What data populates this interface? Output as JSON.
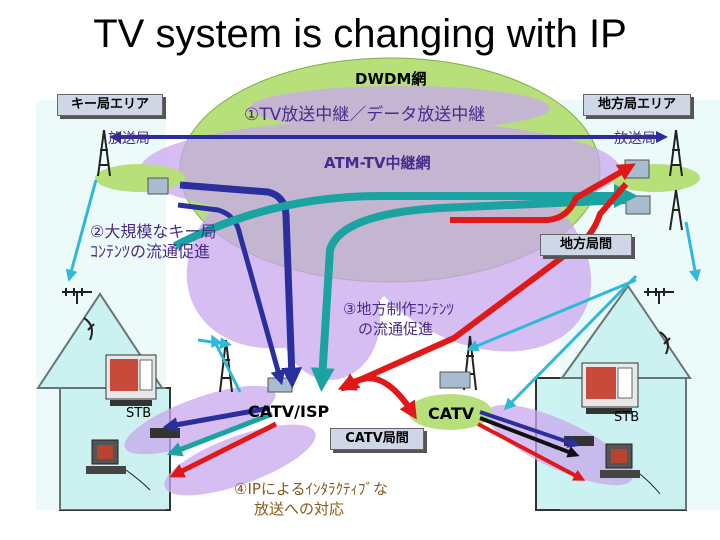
{
  "title": "TV system is changing with IP",
  "labels": {
    "dwdm": "DWDM網",
    "key_area": "キー局エリア",
    "local_area": "地方局エリア",
    "relay": "①TV放送中継／データ放送中継",
    "station_left": "放送局",
    "station_right": "放送局",
    "atm": "ATM-TV中継網",
    "key_promo_1": "②大規模なキー局",
    "key_promo_2": "ｺﾝﾃﾝﾂの流通促進",
    "local_link": "地方局間",
    "local_content_1": "③地方制作ｺﾝﾃﾝﾂ",
    "local_content_2": "の流通促進",
    "stb_left": "STB",
    "stb_right": "STB",
    "catv_isp": "CATV/ISP",
    "catv": "CATV",
    "catv_link": "CATV局間",
    "ip_interactive_1": "④IPによるｲﾝﾀﾗｸﾃｨﾌﾞな",
    "ip_interactive_2": "放送への対応"
  },
  "colors": {
    "house_fill": "#ccf2f2",
    "dwdm_fill": "#b8e07a",
    "atm_fill": "#c9a8ee",
    "arrow_red": "#e01818",
    "arrow_teal": "#1aa3a0",
    "arrow_navy": "#2a2e9e",
    "arrow_cyan": "#30b8d8",
    "label_box": "#cfd6e6"
  }
}
